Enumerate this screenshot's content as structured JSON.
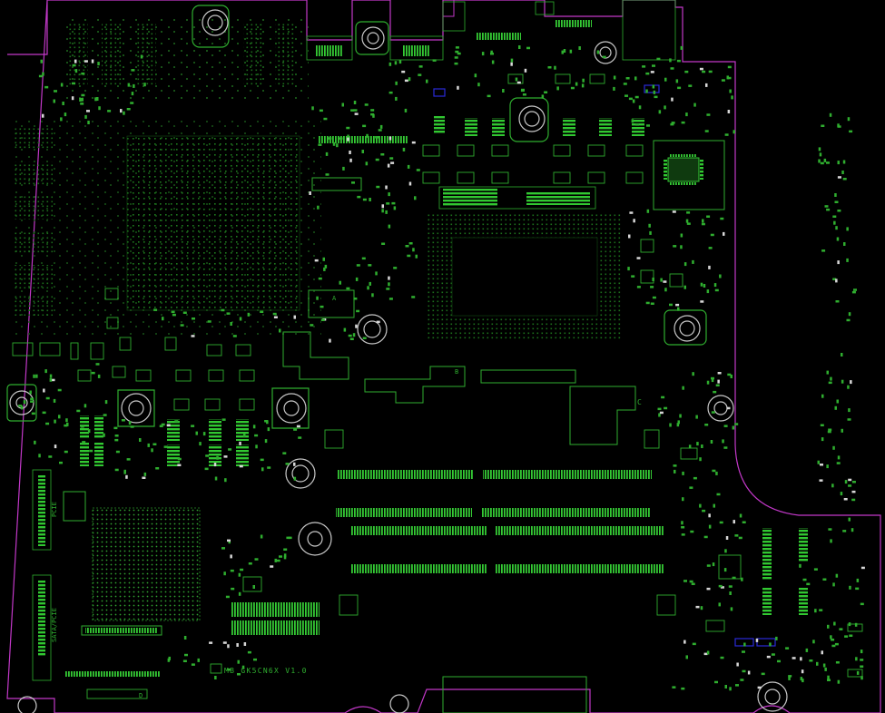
{
  "board": {
    "marking": "MB GK5CN6X V1.0",
    "colors": {
      "background": "#000000",
      "outline": "#c238c8",
      "copper": "#2fae2f",
      "silk": "#1f8f1f",
      "blue": "#2a2ad8",
      "white": "#d8d8d8"
    }
  },
  "labels": {
    "pcie": "PCIE",
    "sata_pcie": "SATA/PCIE",
    "marker_a": "A",
    "marker_b": "B",
    "marker_c": "C",
    "marker_d": "D"
  }
}
